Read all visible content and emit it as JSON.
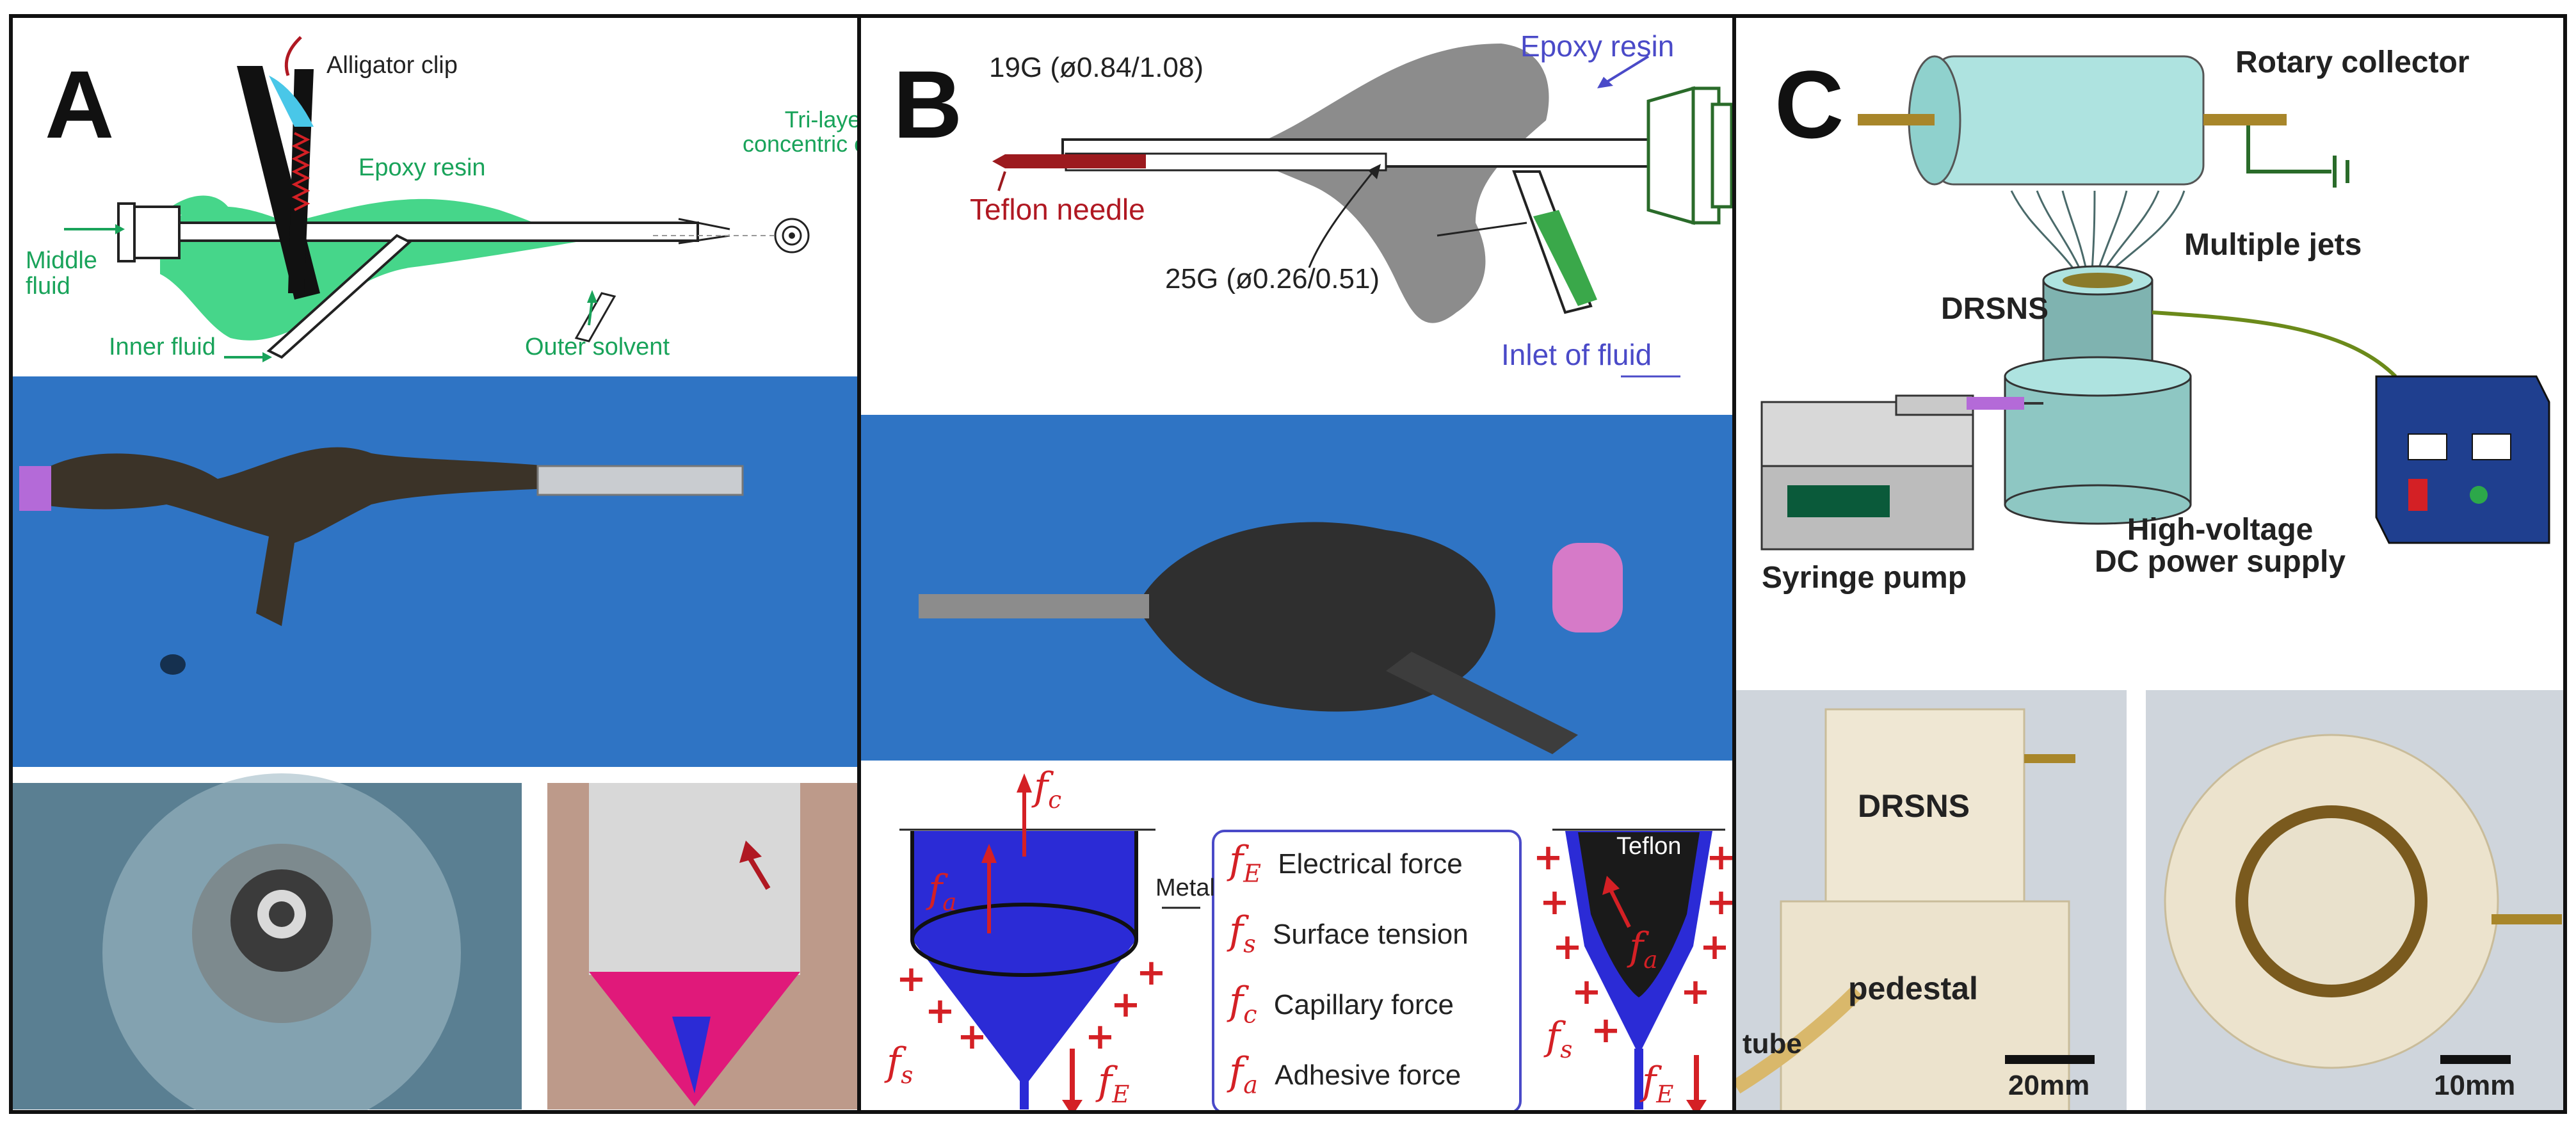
{
  "panels": {
    "a": {
      "letter": "A",
      "labels": {
        "alligator_clip": "Alligator clip",
        "epoxy_resin": "Epoxy resin",
        "tri_layer_line1": "Tri-layer",
        "tri_layer_line2": "concentric outlet",
        "middle_line1": "Middle",
        "middle_line2": "fluid",
        "inner_fluid": "Inner fluid",
        "outer_solvent": "Outer solvent"
      }
    },
    "b": {
      "letter": "B",
      "labels": {
        "gauge19": "19G (ø0.84/1.08)",
        "epoxy_resin": "Epoxy resin",
        "teflon_needle": "Teflon needle",
        "gauge25": "25G (ø0.26/0.51)",
        "inlet": "Inlet of fluid",
        "metal": "Metal",
        "teflon": "Teflon"
      },
      "force_symbols": {
        "c": "c",
        "a": "a",
        "s": "s",
        "e": "E"
      },
      "legend": [
        {
          "symbol": "f",
          "sub": "E",
          "text": "Electrical force"
        },
        {
          "symbol": "f",
          "sub": "s",
          "text": "Surface tension"
        },
        {
          "symbol": "f",
          "sub": "c",
          "text": "Capillary force"
        },
        {
          "symbol": "f",
          "sub": "a",
          "text": "Adhesive force"
        }
      ]
    },
    "c": {
      "letter": "C",
      "labels": {
        "rotary_collector": "Rotary collector",
        "multiple_jets": "Multiple jets",
        "drsns": "DRSNS",
        "syringe_pump": "Syringe pump",
        "hv_line1": "High-voltage",
        "hv_line2": "DC power supply",
        "photo_drsns": "DRSNS",
        "pedestal": "pedestal",
        "tube": "tube",
        "scale1": "20mm",
        "scale2": "10mm"
      }
    }
  },
  "colors": {
    "epoxy_green": "#46d68a",
    "force_red": "#d42025",
    "fluid_blue": "#2b2bd6",
    "photo_blue": "#2f74c4",
    "machine_teal": "#aee3e0",
    "pump_blue": "#1f3f8f"
  }
}
